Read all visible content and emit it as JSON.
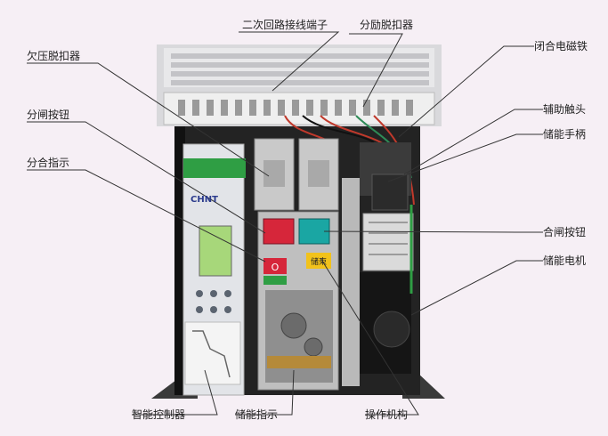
{
  "labels": {
    "secondary_terminal": "二次回路接线端子",
    "shunt_release": "分励脱扣器",
    "closing_magnet": "闭合电磁铁",
    "undervoltage_release": "欠压脱扣器",
    "aux_contact": "辅助触头",
    "open_button": "分闸按钮",
    "charging_handle": "储能手柄",
    "open_close_indicator": "分合指示",
    "close_button": "合闸按钮",
    "charging_motor": "储能电机",
    "intelligent_controller": "智能控制器",
    "charging_indicator": "储能指示",
    "operating_mechanism": "操作机构"
  },
  "device": {
    "brand": "CHNT",
    "indicator_text": "O",
    "charge_tag": "储束"
  },
  "colors": {
    "background": "#f6eff5",
    "leader_line": "#333333",
    "red_button": "#d6263a",
    "teal_button": "#1aa6a3",
    "green_indicator": "#2f9e44",
    "lcd": "#a7d77a"
  }
}
